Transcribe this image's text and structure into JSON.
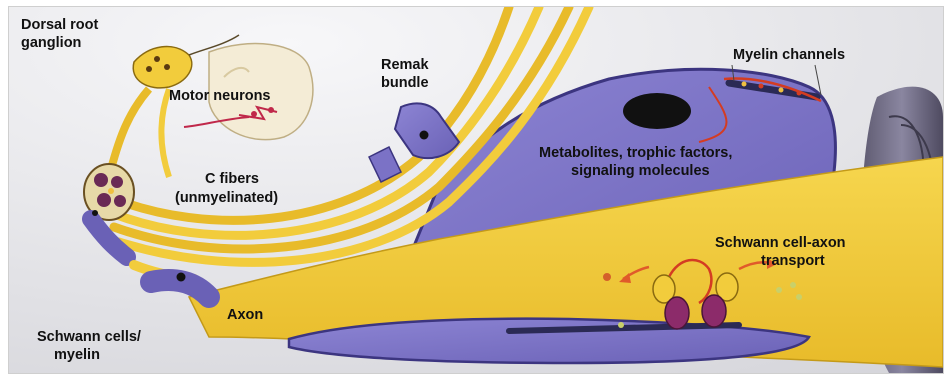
{
  "labels": {
    "dorsal_root_ganglion": [
      "Dorsal root",
      "ganglion"
    ],
    "motor_neurons": "Motor neurons",
    "remak_bundle": [
      "Remak",
      "bundle"
    ],
    "myelin_channels": "Myelin channels",
    "metabolites": [
      "Metabolites, trophic factors,",
      "signaling molecules"
    ],
    "c_fibers": [
      "C fibers",
      "(unmyelinated)"
    ],
    "schwann_axon_transport": [
      "Schwann cell-axon",
      "transport"
    ],
    "axon": "Axon",
    "schwann_cells": [
      "Schwann cells/",
      "myelin"
    ]
  },
  "colors": {
    "axon_yellow": "#f2cc3c",
    "schwann_purple": "#7b72c6",
    "schwann_dark": "#4d4590",
    "transport_red": "#d43c22",
    "nucleus": "#111111",
    "background": "#e9e9ec"
  }
}
